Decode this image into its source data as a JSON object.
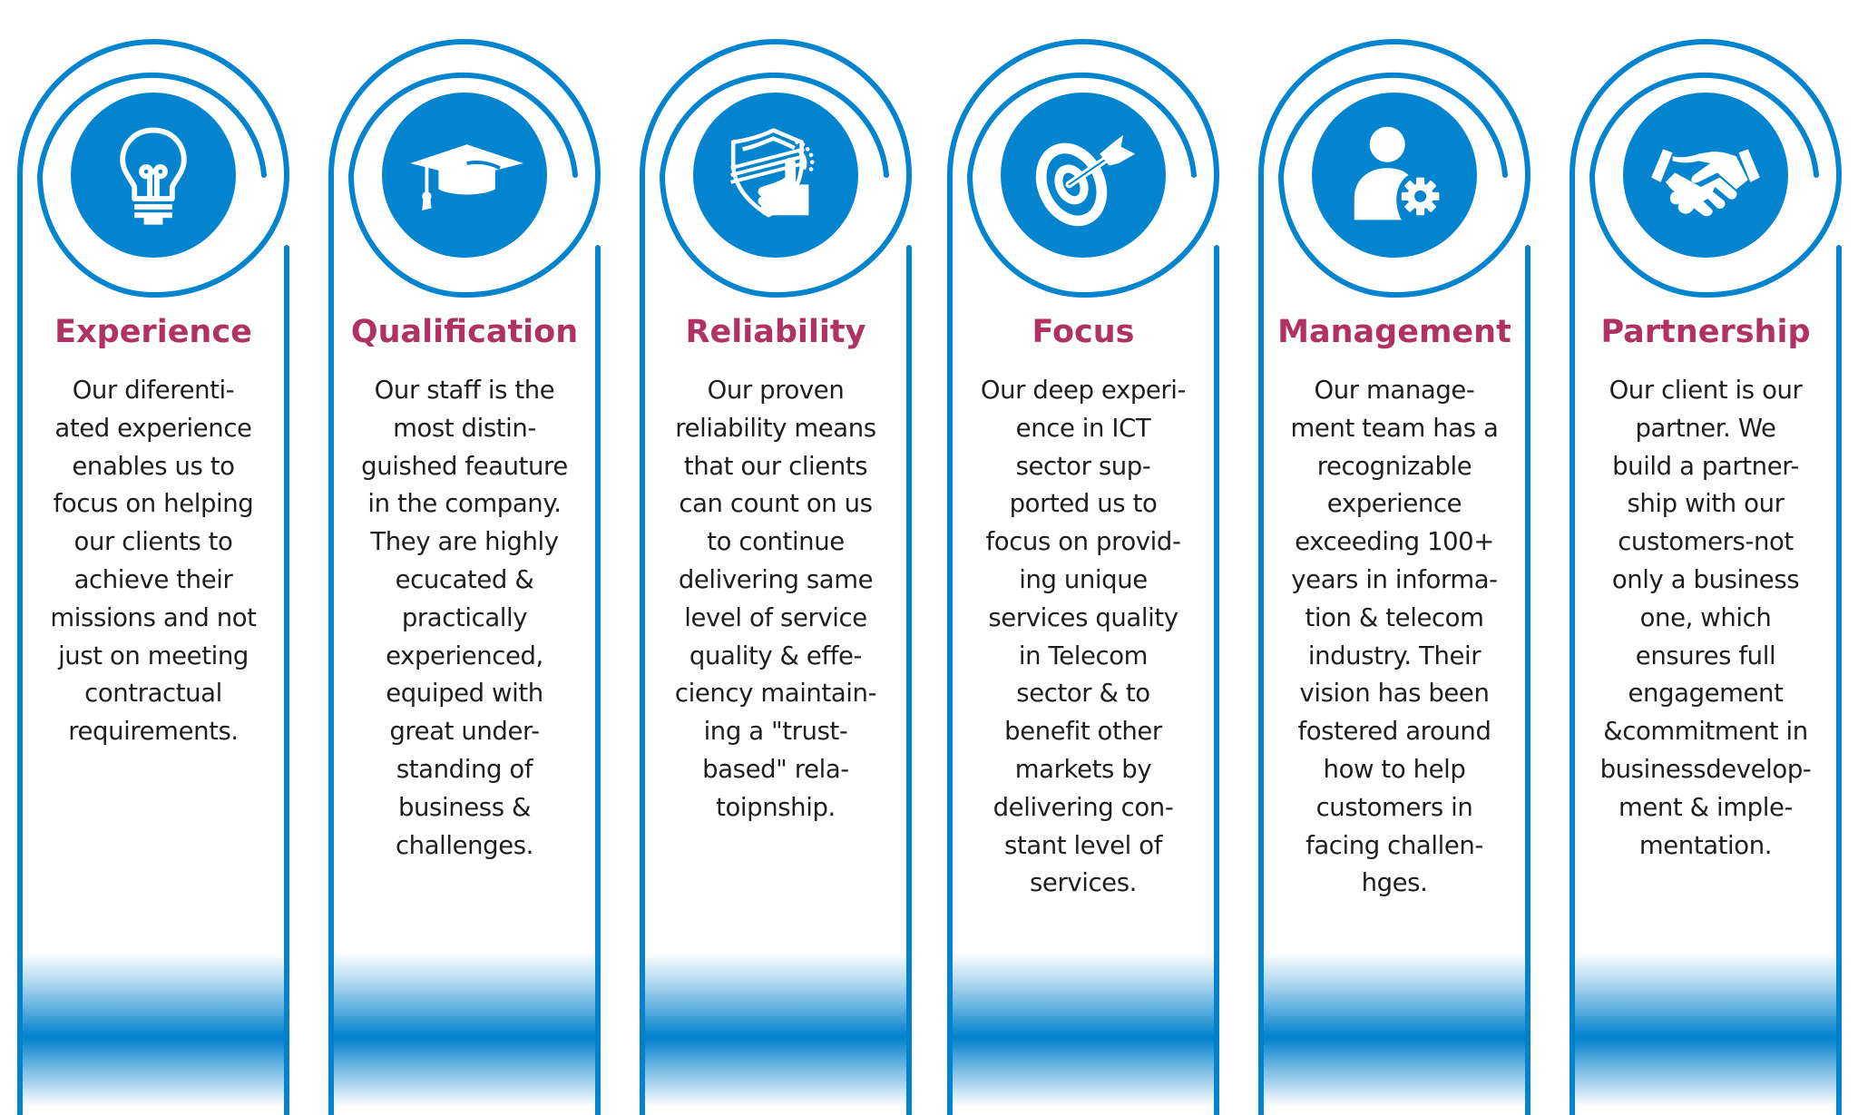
{
  "colors": {
    "accent_blue": "#0484CE",
    "title_magenta": "#B03262",
    "body_text": "#1F1F1F"
  },
  "columns": [
    {
      "icon": "lightbulb-icon",
      "title": "Experience",
      "body": "Our diferenti-\nated experience\nenables us to\nfocus on helping\nour clients to\nachieve their\nmissions and not\njust on meeting\ncontractual\nrequirements."
    },
    {
      "icon": "graduation-cap-icon",
      "title": "Qualification",
      "body": "Our staff is the\nmost distin-\nguished feauture\nin the company.\nThey are highly\necucated &\npractically\nexperienced,\nequiped with\ngreat under-\nstanding of\nbusiness &\nchallenges."
    },
    {
      "icon": "shield-thumbs-up-icon",
      "title": "Reliability",
      "body": "Our proven\nreliability means\nthat our clients\ncan count on us\nto continue\ndelivering same\nlevel of service\nquality & effe-\nciency maintain-\ning a \"trust-\nbased\" rela-\ntoipnship."
    },
    {
      "icon": "target-arrow-icon",
      "title": "Focus",
      "body": "Our deep experi-\nence in ICT\nsector sup-\nported us to\nfocus on provid-\ning unique\nservices quality\nin Telecom\nsector & to\nbenefit other\nmarkets by\ndelivering con-\nstant level of\nservices."
    },
    {
      "icon": "user-gear-icon",
      "title": "Management",
      "body": "Our manage-\nment team has a\nrecognizable\nexperience\nexceeding 100+\nyears in informa-\ntion & telecom\nindustry. Their\nvision has been\nfostered around\nhow to help\ncustomers in\nfacing  challen-\nhges."
    },
    {
      "icon": "handshake-icon",
      "title": "Partnership",
      "body": "Our client is our\npartner. We\nbuild a partner-\nship with our\ncustomers-not\nonly a  business\none, which\nensures full\nengagement\n&commitment in\nbusinessdevelop-\nment & imple-\nmentation."
    }
  ]
}
